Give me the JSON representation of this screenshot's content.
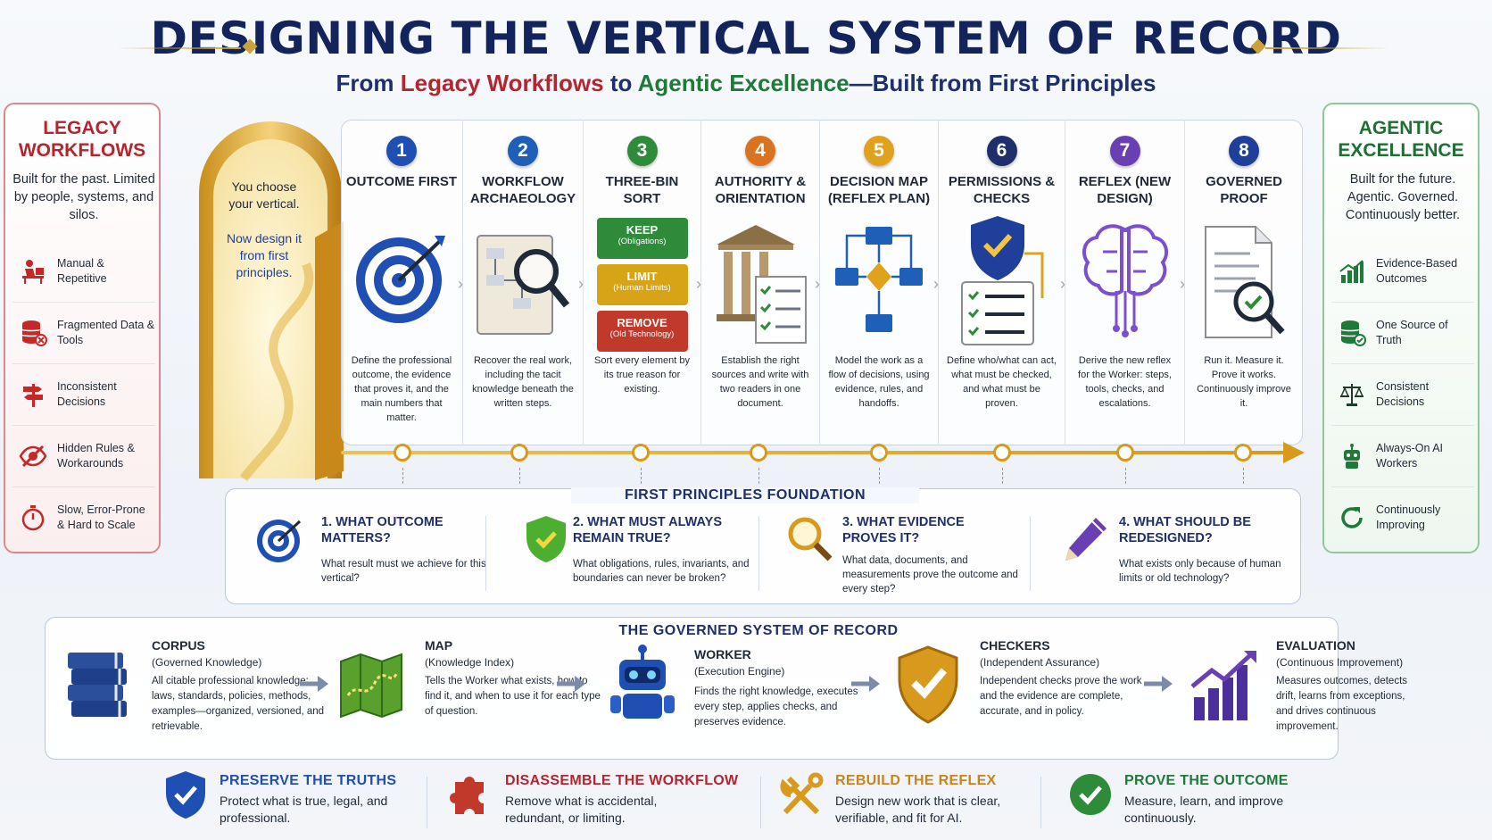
{
  "header": {
    "title": "DESIGNING THE VERTICAL SYSTEM OF RECORD",
    "subtitle_from": "From ",
    "subtitle_legacy": "Legacy Workflows",
    "subtitle_to": " to ",
    "subtitle_agentic": "Agentic Excellence",
    "subtitle_rest": "—Built from First Principles"
  },
  "legacy": {
    "title_line1": "LEGACY",
    "title_line2": "WORKFLOWS",
    "description": "Built for the past. Limited by people, systems, and silos.",
    "items": [
      {
        "label": "Manual & Repetitive",
        "icon": "person-at-desk-icon"
      },
      {
        "label": "Fragmented Data & Tools",
        "icon": "database-broken-icon"
      },
      {
        "label": "Inconsistent Decisions",
        "icon": "signpost-icon"
      },
      {
        "label": "Hidden Rules & Workarounds",
        "icon": "hidden-eye-icon"
      },
      {
        "label": "Slow, Error-Prone & Hard to Scale",
        "icon": "stopwatch-icon"
      }
    ]
  },
  "agentic": {
    "title_line1": "AGENTIC",
    "title_line2": "EXCELLENCE",
    "description": "Built for the future. Agentic. Governed. Continuously better.",
    "items": [
      {
        "label": "Evidence-Based Outcomes",
        "icon": "bar-chart-icon"
      },
      {
        "label": "One Source of Truth",
        "icon": "database-check-icon"
      },
      {
        "label": "Consistent Decisions",
        "icon": "scales-icon"
      },
      {
        "label": "Always-On AI Workers",
        "icon": "robot-icon"
      },
      {
        "label": "Continuously Improving",
        "icon": "refresh-icon"
      }
    ]
  },
  "door": {
    "line1": "You choose your vertical.",
    "line2": "Now design it from first principles."
  },
  "steps": [
    {
      "num": "1",
      "title": "OUTCOME FIRST",
      "color": "#1f4fb3",
      "desc": "Define the professional outcome, the evidence that proves it, and the main numbers that matter."
    },
    {
      "num": "2",
      "title": "WORKFLOW ARCHAEOLOGY",
      "color": "#1f5fb8",
      "desc": "Recover the real work, including the tacit knowledge beneath the written steps."
    },
    {
      "num": "3",
      "title": "THREE-BIN SORT",
      "color": "#2e8b3a",
      "desc": "Sort every element by its true reason for existing.",
      "bins": [
        {
          "label": "KEEP",
          "sub": "(Obligations)"
        },
        {
          "label": "LIMIT",
          "sub": "(Human Limits)"
        },
        {
          "label": "REMOVE",
          "sub": "(Old Technology)"
        }
      ]
    },
    {
      "num": "4",
      "title": "AUTHORITY & ORIENTATION",
      "color": "#d9731f",
      "desc": "Establish the right sources and write with two readers in one document."
    },
    {
      "num": "5",
      "title": "DECISION MAP (REFLEX PLAN)",
      "color": "#e0a21c",
      "desc": "Model the work as a flow of decisions, using evidence, rules, and handoffs."
    },
    {
      "num": "6",
      "title": "PERMISSIONS & CHECKS",
      "color": "#1f2f6b",
      "desc": "Define who/what can act, what must be checked, and what must be proven."
    },
    {
      "num": "7",
      "title": "REFLEX (NEW DESIGN)",
      "color": "#6a3fb3",
      "desc": "Derive the new reflex for the Worker: steps, tools, checks, and escalations."
    },
    {
      "num": "8",
      "title": "GOVERNED PROOF",
      "color": "#1f3f9b",
      "desc": "Run it. Measure it. Prove it works. Continuously improve it."
    }
  ],
  "foundation": {
    "title": "FIRST PRINCIPLES FOUNDATION",
    "items": [
      {
        "heading": "1. WHAT OUTCOME MATTERS?",
        "desc": "What result must we achieve for this vertical?",
        "icon": "target-icon"
      },
      {
        "heading": "2. WHAT MUST ALWAYS REMAIN TRUE?",
        "desc": "What obligations, rules, invariants, and boundaries can never be broken?",
        "icon": "shield-check-icon"
      },
      {
        "heading": "3. WHAT EVIDENCE PROVES IT?",
        "desc": "What data, documents, and measurements prove the outcome and every step?",
        "icon": "magnifier-icon"
      },
      {
        "heading": "4. WHAT SHOULD BE REDESIGNED?",
        "desc": "What exists only because of human limits or old technology?",
        "icon": "pencil-icon"
      }
    ]
  },
  "governed": {
    "title": "THE GOVERNED SYSTEM OF RECORD",
    "items": [
      {
        "heading": "CORPUS",
        "sub": "(Governed Knowledge)",
        "desc": "All citable professional knowledge: laws, standards, policies, methods, examples—organized, versioned, and retrievable.",
        "icon": "books-icon"
      },
      {
        "heading": "MAP",
        "sub": "(Knowledge Index)",
        "desc": "Tells the Worker what exists, how to find it, and when to use it for each type of question.",
        "icon": "map-icon"
      },
      {
        "heading": "WORKER",
        "sub": "(Execution Engine)",
        "desc": "Finds the right knowledge, executes every step, applies checks, and preserves evidence.",
        "icon": "robot-icon"
      },
      {
        "heading": "CHECKERS",
        "sub": "(Independent Assurance)",
        "desc": "Independent checks prove the work and the evidence are complete, accurate, and in policy.",
        "icon": "shield-check-icon"
      },
      {
        "heading": "EVALUATION",
        "sub": "(Continuous Improvement)",
        "desc": "Measures outcomes, detects drift, learns from exceptions, and drives continuous improvement.",
        "icon": "growth-chart-icon"
      }
    ]
  },
  "bottom": [
    {
      "heading": "PRESERVE THE TRUTHS",
      "desc": "Protect what is true, legal, and professional.",
      "color": "#1f4fb3",
      "icon": "shield-check-icon"
    },
    {
      "heading": "DISASSEMBLE THE WORKFLOW",
      "desc": "Remove what is accidental, redundant, or limiting.",
      "color": "#b3252f",
      "icon": "puzzle-icon"
    },
    {
      "heading": "REBUILD THE REFLEX",
      "desc": "Design new work that is clear, verifiable, and fit for AI.",
      "color": "#c9841a",
      "icon": "tools-icon"
    },
    {
      "heading": "PROVE THE OUTCOME",
      "desc": "Measure, learn, and improve continuously.",
      "color": "#1f7a3a",
      "icon": "check-circle-icon"
    }
  ]
}
